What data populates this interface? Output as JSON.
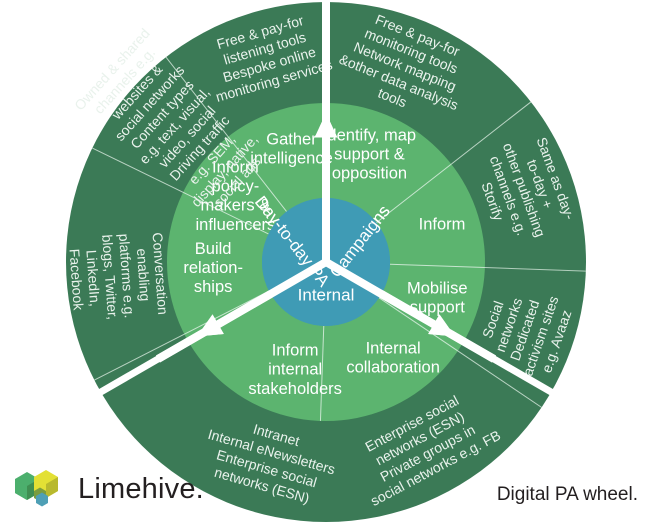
{
  "title": "Digital PA wheel",
  "colors": {
    "outer_ring": "#3b7a56",
    "mid_ring": "#5cb46f",
    "hub": "#3f9bb5",
    "divider": "#ffffff",
    "text_light": "#ffffff",
    "background": "#ffffff",
    "logo_green": "#4caf6d",
    "logo_green_dark": "#3f8f52",
    "logo_yellow": "#e3e035",
    "logo_yellow_dark": "#b8b92e",
    "logo_teal": "#4e9fb5",
    "footer_text": "#231f20"
  },
  "hub": {
    "segments": [
      {
        "id": "day-to-day-pa",
        "label": "Day-to-day PA"
      },
      {
        "id": "campaigns",
        "label": "Campaigns"
      },
      {
        "id": "internal",
        "label": "Internal"
      }
    ]
  },
  "mid_ring": {
    "segments": [
      {
        "id": "gather-intelligence",
        "label": "Gather intelligence",
        "lines": [
          "Gather",
          "intelligence"
        ]
      },
      {
        "id": "identify-map-support-opposition",
        "label": "Identify, map support & opposition",
        "lines": [
          "Identify, map",
          "support &",
          "opposition"
        ]
      },
      {
        "id": "inform",
        "label": "Inform",
        "lines": [
          "Inform"
        ]
      },
      {
        "id": "mobilise-support",
        "label": "Mobilise support",
        "lines": [
          "Mobilise",
          "support"
        ]
      },
      {
        "id": "internal-collaboration",
        "label": "Internal collaboration",
        "lines": [
          "Internal",
          "collaboration"
        ]
      },
      {
        "id": "inform-internal-stakeholders",
        "label": "Inform internal stakeholders",
        "lines": [
          "Inform",
          "internal",
          "stakeholders"
        ]
      },
      {
        "id": "build-relationships",
        "label": "Build relationships",
        "lines": [
          "Build",
          "relation-",
          "ships"
        ]
      },
      {
        "id": "inform-policy-makers-influencers",
        "label": "Inform policy-makers & influencers",
        "lines": [
          "Inform",
          "policy-",
          "makers &",
          "influencers"
        ]
      }
    ]
  },
  "outer_ring": {
    "segments": [
      {
        "id": "gather-intelligence-tools",
        "parent": "gather-intelligence",
        "items": [
          "Free & pay-for listening tools",
          "Bespoke online monitoring services"
        ],
        "lines": [
          "Free & pay-for",
          "listening tools",
          "Bespoke online",
          "monitoring services"
        ]
      },
      {
        "id": "campaign-monitoring-tools",
        "parent": "identify-map-support-opposition",
        "items": [
          "Free & pay-for monitoring tools",
          "Network mapping &other data analysis tools"
        ],
        "lines": [
          "Free & pay-for",
          "monitoring tools",
          "Network mapping",
          "&other data analysis",
          "tools"
        ]
      },
      {
        "id": "campaign-inform-channels",
        "parent": "inform",
        "items": [
          "Same as day-to-day +",
          "other publishing channels e.g. Storify"
        ],
        "lines": [
          "Same as day-",
          "to-day +",
          "other publishing",
          "channels e.g.",
          "Storify"
        ]
      },
      {
        "id": "mobilise-support-channels",
        "parent": "mobilise-support",
        "items": [
          "Social networks",
          "Dedicated activism sites e.g. Avaaz"
        ],
        "lines": [
          "Social",
          "networks",
          "Dedicated",
          "activism sites",
          "e.g. Avaaz"
        ]
      },
      {
        "id": "internal-collaboration-channels",
        "parent": "internal-collaboration",
        "items": [
          "Enterprise social networks (ESN)",
          "Private groups in social networks e.g. FB"
        ],
        "lines": [
          "Enterprise social",
          "networks (ESN)",
          "Private groups in",
          "social networks e.g. FB"
        ]
      },
      {
        "id": "internal-stakeholder-channels",
        "parent": "inform-internal-stakeholders",
        "items": [
          "Intranet",
          "Internal eNewsletters",
          "Enterprise social networks (ESN)"
        ],
        "lines": [
          "Intranet",
          "Internal eNewsletters",
          "Enterprise social",
          "networks (ESN)"
        ]
      },
      {
        "id": "build-relationships-platforms",
        "parent": "build-relationships",
        "items": [
          "Conversation enabling platforms e.g. blogs, Twitter, LinkedIn, Facebook"
        ],
        "lines": [
          "Conversation",
          "enabling",
          "platforms  e.g.",
          "blogs, Twitter,",
          "LinkedIn,",
          "Facebook"
        ]
      },
      {
        "id": "inform-policy-makers-channels",
        "parent": "inform-policy-makers-influencers",
        "items": [
          "Owned & shared channels e.g. websites & social networks",
          "Content types e.g. text, visual, video, social",
          "Driving traffic e.g. SEM, display, native, social ads"
        ],
        "lines": [
          "Owned & shared",
          "channels e.g.",
          "websites &",
          "social networks",
          "Content types",
          "e.g. text, visual,",
          "video, social",
          "Driving traffic",
          "e.g. SEM,",
          "display, native,",
          "social ads"
        ]
      }
    ]
  },
  "footer": {
    "brand": "Limehive.",
    "caption": "Digital PA wheel."
  }
}
